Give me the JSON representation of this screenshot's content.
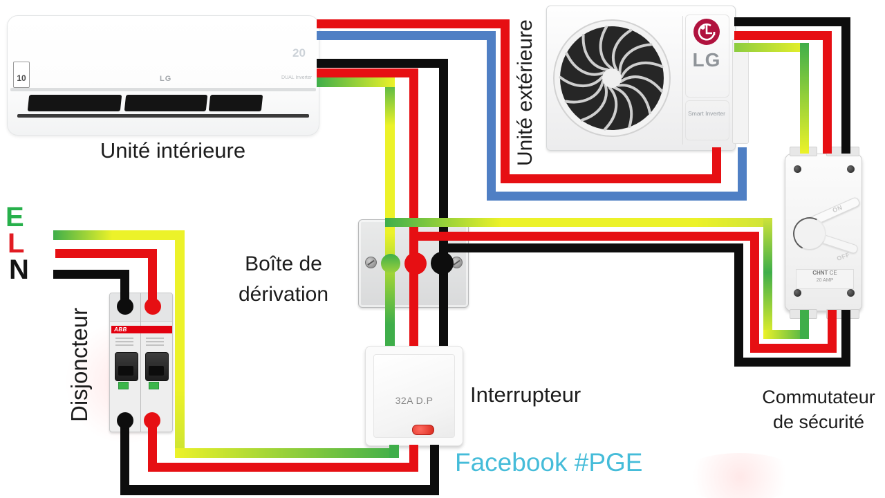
{
  "colors": {
    "wire_red": "#e60f13",
    "wire_black": "#0d0d0d",
    "wire_blue": "#4f7fc4",
    "earth_yellow": "#ecf229",
    "earth_green": "#3fae4a",
    "label_e_green": "#27b04b",
    "label_l_red": "#e11b22",
    "label_n_black": "#141414",
    "facebook_cyan": "#45bcd9",
    "abb_red": "#e2000f",
    "lg_crimson": "#b0123e",
    "pilot_red": "#d92a1f"
  },
  "labels": {
    "indoor_unit": "Unité intérieure",
    "outdoor_unit": "Unité extérieure",
    "junction_box_line1": "Boîte de",
    "junction_box_line2": "dérivation",
    "breaker": "Disjoncteur",
    "switch": "Interrupteur",
    "safety_switch_line1": "Commutateur",
    "safety_switch_line2": "de sécurité",
    "watermark": "Facebook #PGE",
    "earth": "E",
    "line": "L",
    "neutral": "N"
  },
  "indoor_unit": {
    "brand": "LG",
    "badge": "10",
    "display": "20",
    "model_text": "DUAL Inverter"
  },
  "outdoor_unit": {
    "brand": "LG",
    "model_text": "Smart Inverter"
  },
  "breaker": {
    "brand": "ABB"
  },
  "switch": {
    "rating": "32A D.P"
  },
  "safety_switch": {
    "brand": "CHNT",
    "ce": "CE",
    "rating": "20 AMP",
    "on": "ON",
    "off": "OFF"
  }
}
